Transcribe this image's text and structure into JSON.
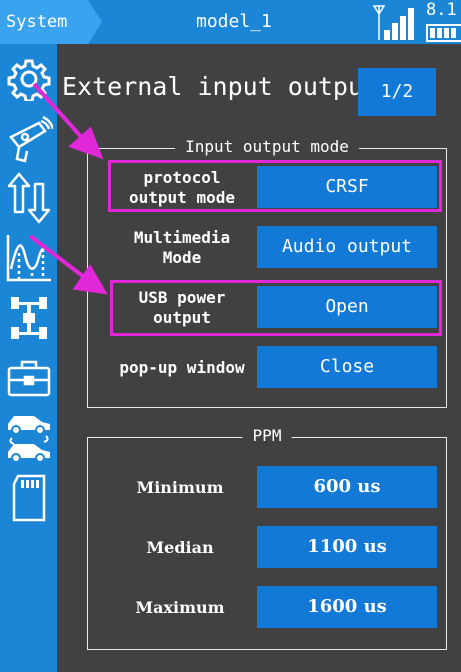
{
  "header": {
    "system_tab": "System",
    "model_name": "model_1",
    "voltage": "8.1",
    "signal_icon": "signal-bars-icon",
    "battery_icon": "battery-icon"
  },
  "sidebar": {
    "items": [
      {
        "icon": "gear-icon"
      },
      {
        "icon": "transmitter-icon"
      },
      {
        "icon": "up-down-arrows-icon"
      },
      {
        "icon": "chart-icon"
      },
      {
        "icon": "chassis-icon"
      },
      {
        "icon": "toolbox-icon"
      },
      {
        "icon": "car-swap-icon"
      },
      {
        "icon": "sd-card-icon"
      }
    ]
  },
  "page": {
    "title": "External input output",
    "page_indicator": "1/2"
  },
  "io_group": {
    "title": "Input output mode",
    "rows": [
      {
        "label_line1": "protocol",
        "label_line2": "output mode",
        "value": "CRSF"
      },
      {
        "label_line1": "Multimedia",
        "label_line2": "Mode",
        "value": "Audio output"
      },
      {
        "label_line1": "USB power",
        "label_line2": "output",
        "value": "Open"
      },
      {
        "label_line1": "pop-up window",
        "label_line2": "",
        "value": "Close"
      }
    ]
  },
  "ppm_group": {
    "title": "PPM",
    "rows": [
      {
        "label": "Minimum",
        "value": "600 us"
      },
      {
        "label": "Median",
        "value": "1100 us"
      },
      {
        "label": "Maximum",
        "value": "1600 us"
      }
    ]
  },
  "colors": {
    "accent": "#1279d6",
    "sidebar": "#1b86d6",
    "highlight": "#e028d8",
    "background": "#414141"
  }
}
